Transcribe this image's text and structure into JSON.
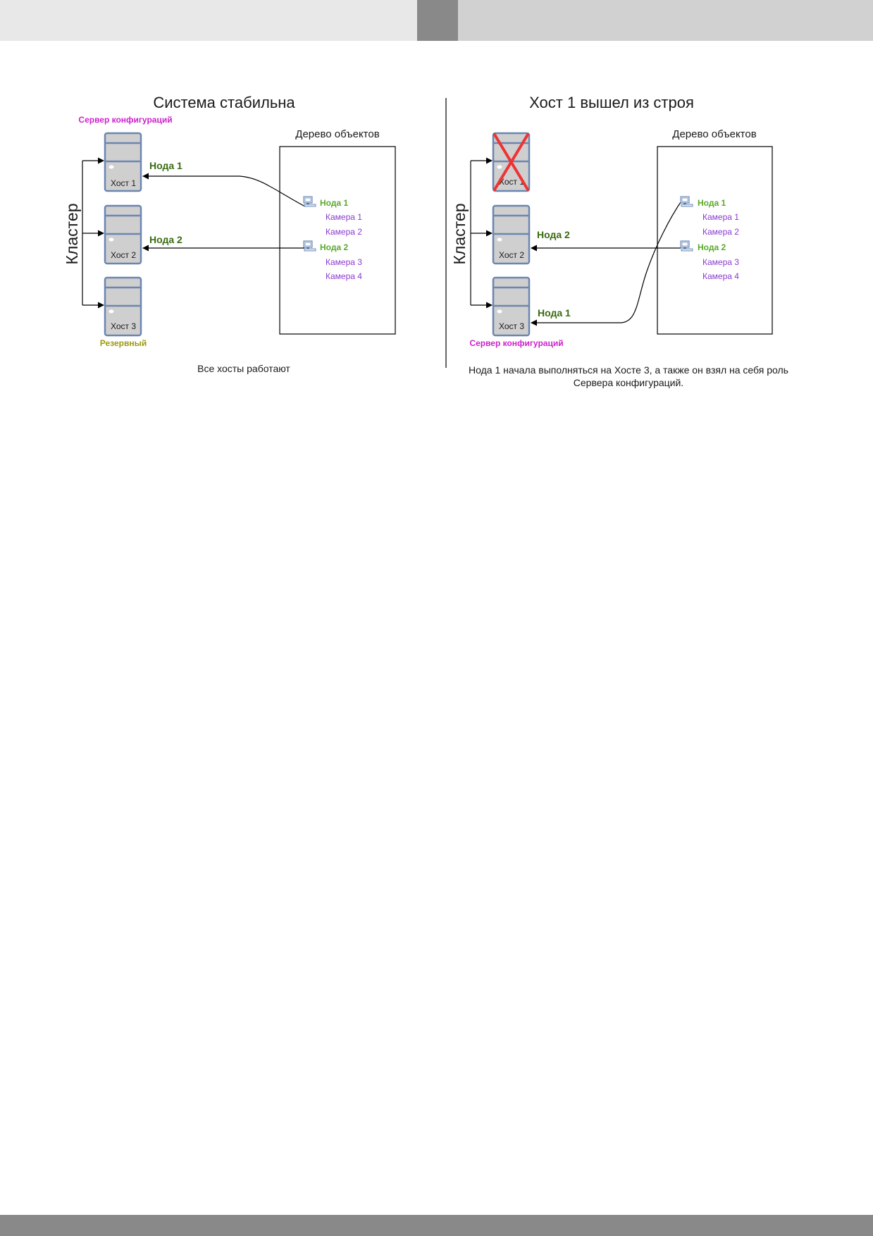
{
  "header": {
    "accent": "#898989"
  },
  "left_panel": {
    "title": "Система стабильна",
    "cluster_label": "Кластер",
    "tree_title": "Дерево объектов",
    "hosts": [
      {
        "label": "Хост 1",
        "role": "Сервер конфигураций",
        "failed": false
      },
      {
        "label": "Хост 2",
        "role": "",
        "failed": false
      },
      {
        "label": "Хост 3",
        "role": "Резервный",
        "failed": false
      }
    ],
    "arrows": [
      {
        "label": "Нода 1",
        "to_host": "Хост 1"
      },
      {
        "label": "Нода 2",
        "to_host": "Хост 2"
      }
    ],
    "tree": {
      "nodes": [
        {
          "name": "Нода 1",
          "cameras": [
            "Камера 1",
            "Камера 2"
          ]
        },
        {
          "name": "Нода 2",
          "cameras": [
            "Камера 3",
            "Камера 4"
          ]
        }
      ]
    },
    "caption": "Все хосты работают"
  },
  "right_panel": {
    "title": "Хост 1 вышел из строя",
    "cluster_label": "Кластер",
    "tree_title": "Дерево объектов",
    "hosts": [
      {
        "label": "Хост 1",
        "role": "",
        "failed": true
      },
      {
        "label": "Хост 2",
        "role": "",
        "failed": false
      },
      {
        "label": "Хост 3",
        "role": "Сервер конфигураций",
        "failed": false
      }
    ],
    "arrows": [
      {
        "label": "Нода 2",
        "to_host": "Хост 2"
      },
      {
        "label": "Нода 1",
        "to_host": "Хост 3"
      }
    ],
    "tree": {
      "nodes": [
        {
          "name": "Нода 1",
          "cameras": [
            "Камера 1",
            "Камера 2"
          ]
        },
        {
          "name": "Нода 2",
          "cameras": [
            "Камера 3",
            "Камера 4"
          ]
        }
      ]
    },
    "caption_line1": "Нода 1 начала выполняться на Хосте 3, а также он взял на себя роль",
    "caption_line2": "Сервера конфигураций."
  },
  "colors": {
    "role_config_server": "#cc22cc",
    "role_reserve": "#9a9a10",
    "node_label": "#3a6b12",
    "tree_node": "#5aaa2a",
    "tree_camera": "#8a3ad0",
    "server_fill": "#cfcfcf",
    "server_stroke": "#6c86b0",
    "failed_mark": "#ee3333"
  }
}
